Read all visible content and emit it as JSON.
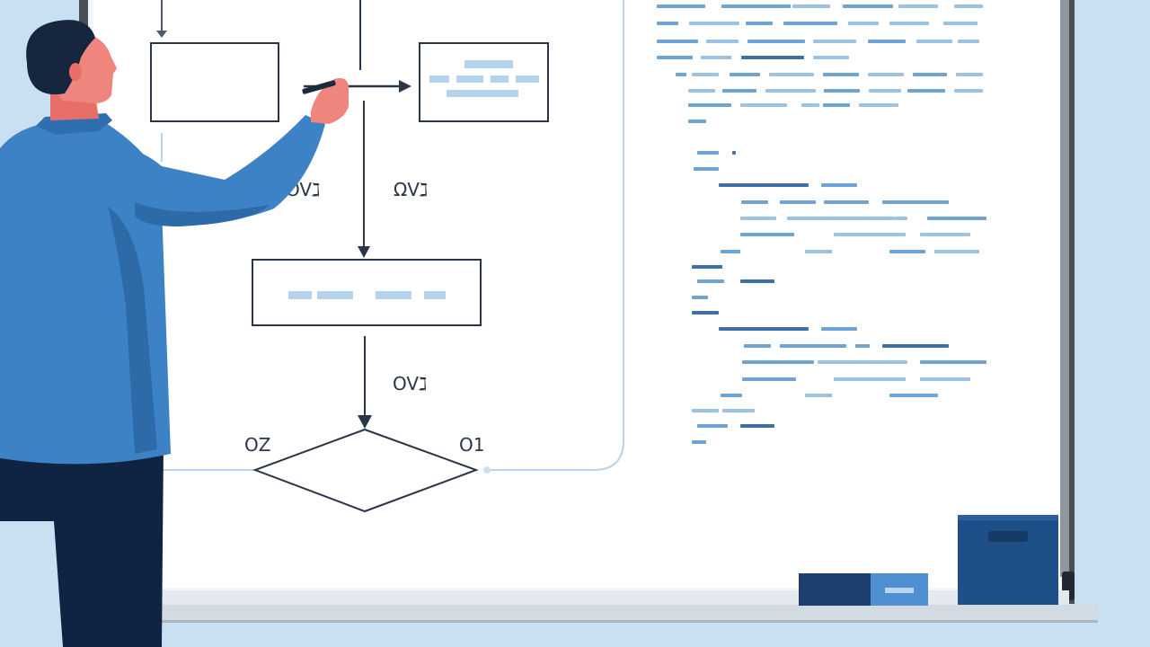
{
  "flowchart": {
    "edge_label_upper_left": "OVℷ",
    "edge_label_upper_right": "ΩVℷ",
    "edge_label_lower": "OVℷ",
    "decision_left_label": "OZ",
    "decision_right_label": "O1"
  },
  "colors": {
    "background": "#c9e0f2",
    "whiteboard": "#ffffff",
    "frame": "#4a4f55",
    "tray": "#d3dbe2",
    "ink": "#2a3548",
    "code_light": "#9cc3e4",
    "code_mid": "#6fa3d2",
    "code_dark": "#3f6fa3",
    "shirt": "#3d82c4",
    "shirt_shadow": "#2d6aa8",
    "pants": "#0f2343",
    "skin": "#f0857d",
    "hair": "#15263e",
    "box_dark": "#1c4c86"
  },
  "icons": {
    "person": "person-at-whiteboard",
    "marker": "marker-icon",
    "eraser": "eraser-icon"
  }
}
